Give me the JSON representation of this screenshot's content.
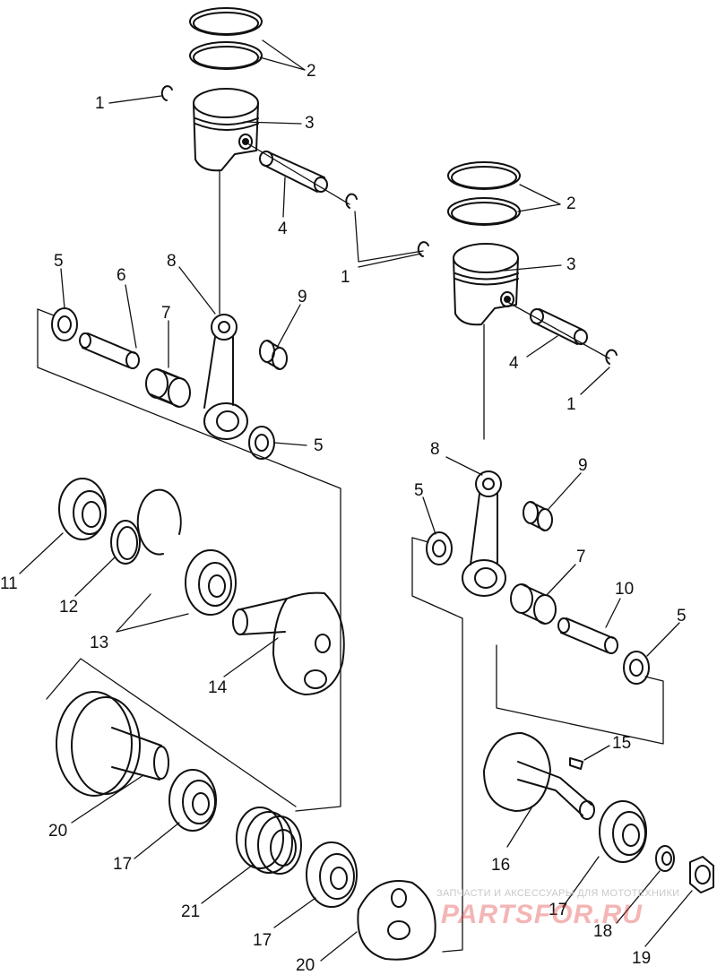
{
  "labels": {
    "l1a": "1",
    "l2a": "2",
    "l3a": "3",
    "l4a": "4",
    "l5a": "5",
    "l6": "6",
    "l7a": "7",
    "l8a": "8",
    "l9a": "9",
    "l5b": "5",
    "l11": "11",
    "l12": "12",
    "l13": "13",
    "l14": "14",
    "l20a": "20",
    "l17a": "17",
    "l21": "21",
    "l17b": "17",
    "l20b": "20",
    "l2b": "2",
    "l1b": "1",
    "l3b": "3",
    "l4b": "4",
    "l1c": "1",
    "l8b": "8",
    "l9b": "9",
    "l5c": "5",
    "l7b": "7",
    "l10": "10",
    "l5d": "5",
    "l15": "15",
    "l16": "16",
    "l17c": "17",
    "l18": "18",
    "l19": "19"
  },
  "watermark": {
    "small": "ЗАПЧАСТИ И АКСЕССУАРЫ ДЛЯ МОТОТЕХНИКИ",
    "big": "PARTSFOR.RU"
  }
}
